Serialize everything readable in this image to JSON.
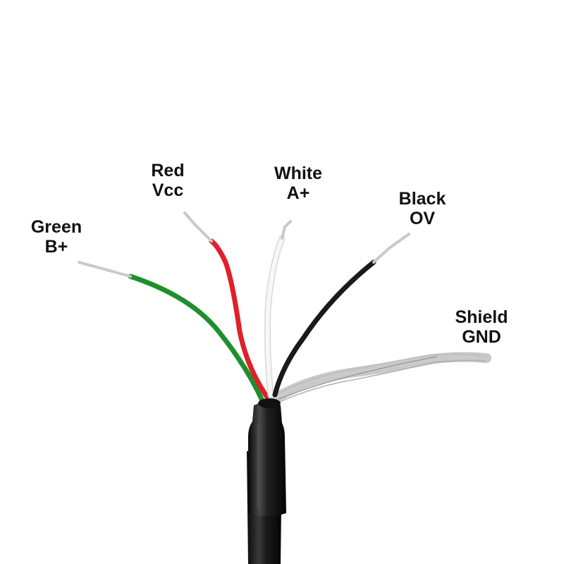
{
  "wires": [
    {
      "color_name": "Green",
      "signal": "B+",
      "hex": "#1f8f2e"
    },
    {
      "color_name": "Red",
      "signal": "Vcc",
      "hex": "#e0202a"
    },
    {
      "color_name": "White",
      "signal": "A+",
      "hex": "#f4f4f4"
    },
    {
      "color_name": "Black",
      "signal": "OV",
      "hex": "#1a1a1a"
    },
    {
      "color_name": "Shield",
      "signal": "GND",
      "hex": "#a8a8a8"
    }
  ],
  "colors": {
    "background": "#ffffff",
    "cable_jacket": "#141414",
    "bare_conductor": "#c9c9c9"
  }
}
